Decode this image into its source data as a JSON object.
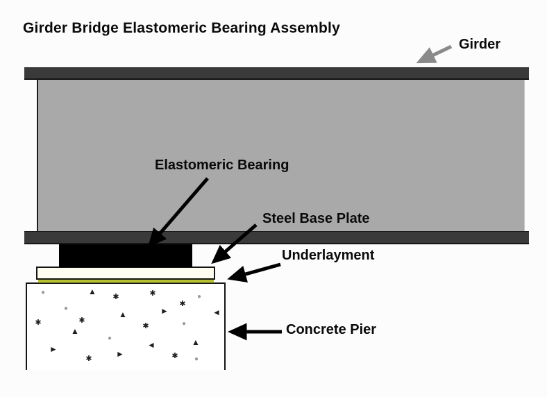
{
  "title": "Girder Bridge Elastomeric Bearing Assembly",
  "labels": {
    "girder": "Girder",
    "elastomeric_bearing": "Elastomeric Bearing",
    "steel_base_plate": "Steel Base Plate",
    "underlayment": "Underlayment",
    "concrete_pier": "Concrete Pier"
  },
  "colors": {
    "background": "#fcfcfc",
    "text": "#0a0a0a",
    "girder_flange": "#3a3a3a",
    "girder_web": "#a9a9a9",
    "bearing": "#000000",
    "base_plate": "#fffdf0",
    "underlayment": "#b4c02f",
    "pier": "#ffffff",
    "speckle_dark": "#1d1d1d",
    "speckle_gray": "#9b9b9b",
    "arrow_black": "#000000",
    "arrow_gray": "#8a8a8a"
  },
  "pier_texture_glyphs": {
    "up": "▲",
    "right": "►",
    "left": "◄",
    "star": "✱",
    "dot": "●"
  }
}
